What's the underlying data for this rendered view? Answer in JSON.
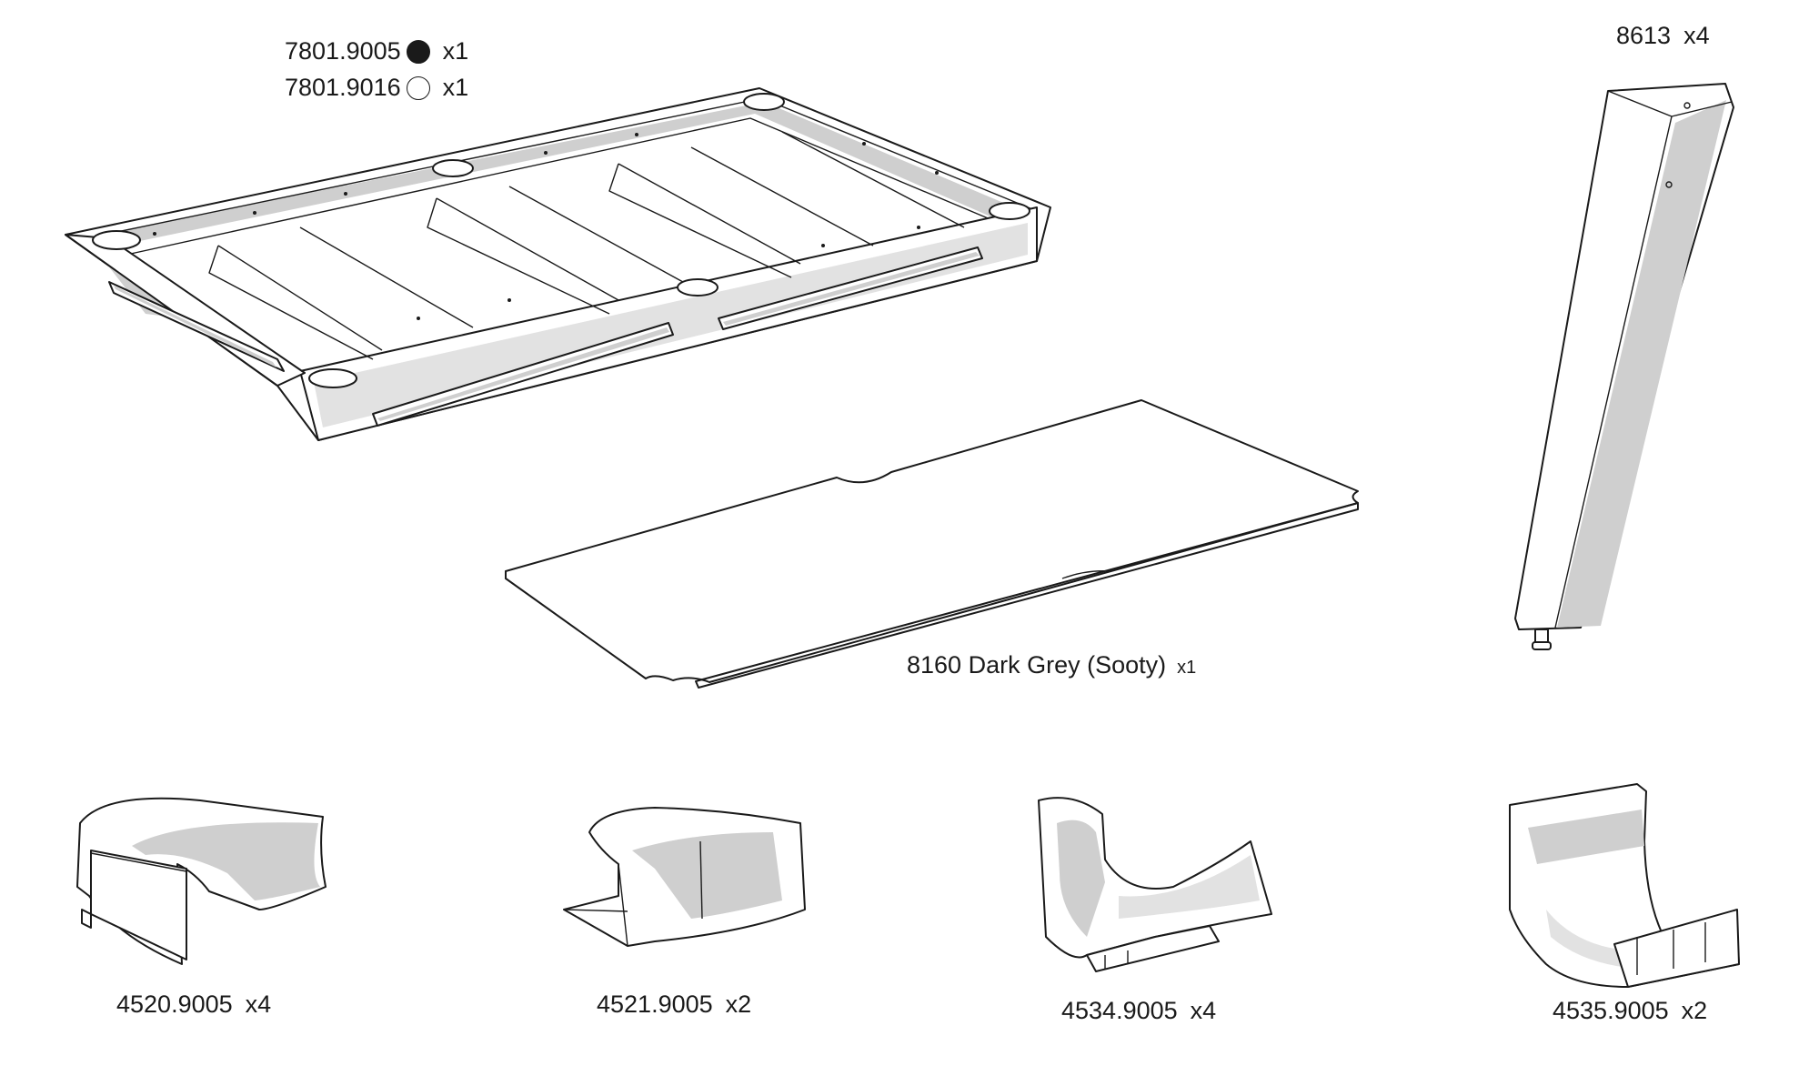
{
  "parts": {
    "frame": {
      "variants": [
        {
          "code": "7801.9005",
          "swatch_color": "#1a1a1a",
          "qty": "x1"
        },
        {
          "code": "7801.9016",
          "swatch_color": "#ffffff",
          "qty": "x1"
        }
      ]
    },
    "leg": {
      "code": "8613",
      "qty": "x4"
    },
    "slate": {
      "code": "8160 Dark Grey (Sooty)",
      "qty": "x1"
    },
    "corner_pocket_a": {
      "code": "4520.9005",
      "qty": "x4"
    },
    "middle_pocket": {
      "code": "4521.9005",
      "qty": "x2"
    },
    "corner_block": {
      "code": "4534.9005",
      "qty": "x4"
    },
    "middle_block": {
      "code": "4535.9005",
      "qty": "x2"
    }
  }
}
